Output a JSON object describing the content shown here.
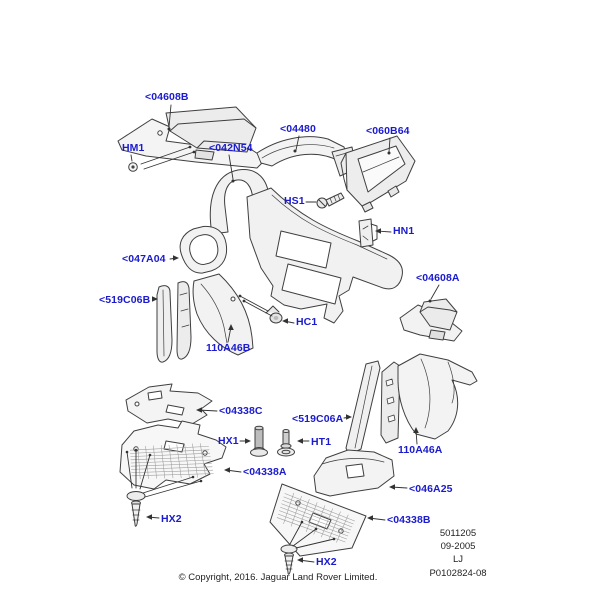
{
  "colors": {
    "callout_blue": "#1a1ace",
    "drawing_line": "#3f3f3f",
    "footnote_text": "#1f1f1f",
    "background": "#ffffff"
  },
  "diagram": {
    "callouts": [
      {
        "id": "04608B",
        "label": "<04608B"
      },
      {
        "id": "HM1",
        "label": "HM1"
      },
      {
        "id": "042N54",
        "label": "<042N54"
      },
      {
        "id": "04480",
        "label": "<04480"
      },
      {
        "id": "060B64",
        "label": "<060B64"
      },
      {
        "id": "HS1",
        "label": "HS1"
      },
      {
        "id": "HN1",
        "label": "HN1"
      },
      {
        "id": "047A04",
        "label": "<047A04"
      },
      {
        "id": "04608A",
        "label": "<04608A"
      },
      {
        "id": "519C06B",
        "label": "<519C06B"
      },
      {
        "id": "HC1",
        "label": "HC1"
      },
      {
        "id": "110A46B",
        "label": "110A46B"
      },
      {
        "id": "04338C",
        "label": "<04338C"
      },
      {
        "id": "519C06A",
        "label": "<519C06A"
      },
      {
        "id": "HX1",
        "label": "HX1"
      },
      {
        "id": "HT1",
        "label": "HT1"
      },
      {
        "id": "04338A",
        "label": "<04338A"
      },
      {
        "id": "110A46A",
        "label": "110A46A"
      },
      {
        "id": "046A25",
        "label": "<046A25"
      },
      {
        "id": "04338B",
        "label": "<04338B"
      },
      {
        "id": "HX2",
        "label": "HX2"
      },
      {
        "id": "HX2",
        "label": "HX2"
      }
    ],
    "plate": {
      "catalogue_number": "5011205",
      "date": "09-2005",
      "model_code": "LJ",
      "drawing_ref": "P0102824-08"
    },
    "copyright": "© Copyright, 2016. Jaguar Land Rover Limited."
  }
}
